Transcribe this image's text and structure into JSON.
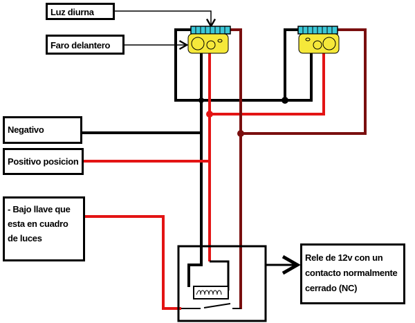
{
  "labels": {
    "luz_diurna": "Luz diurna",
    "faro_delantero": "Faro delantero",
    "negativo": "Negativo",
    "positivo_posicion": "Positivo posicion",
    "bajo_llave": "- Bajo llave que esta en cuadro de luces",
    "rele": "Rele de 12v con un contacto normalmente cerrado (NC)"
  },
  "colors": {
    "negative_wire": "#000000",
    "position_wire": "#e31414",
    "daylight_wire": "#7a0f0f",
    "lamp_body": "#f5e83a",
    "led_strip": "#3cc8d8"
  }
}
